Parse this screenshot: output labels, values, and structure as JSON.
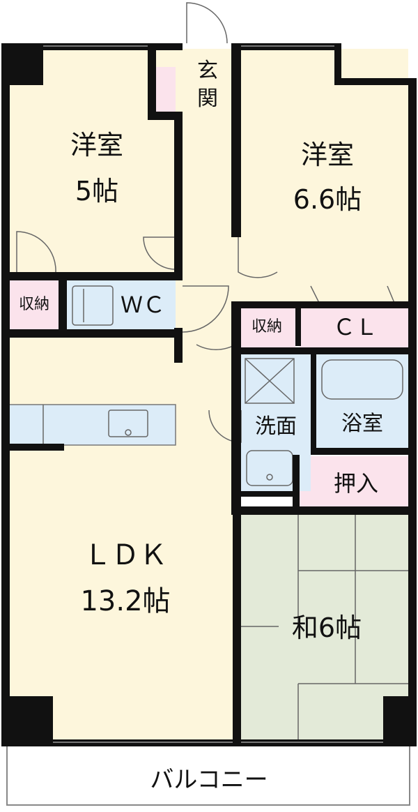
{
  "rooms": {
    "western_room_1": {
      "name": "洋室",
      "size": "5帖"
    },
    "western_room_2": {
      "name": "洋室",
      "size": "6.6帖"
    },
    "entrance": {
      "chars": [
        "玄",
        "関"
      ]
    },
    "storage_1": {
      "label": "収納"
    },
    "storage_2": {
      "label": "収納"
    },
    "toilet": {
      "label": "ＷＣ"
    },
    "closet": {
      "label": "ＣＬ"
    },
    "washroom": {
      "label": "洗面"
    },
    "bathroom": {
      "label": "浴室"
    },
    "oshiire": {
      "label": "押入"
    },
    "ldk": {
      "name": "ＬＤＫ",
      "size": "13.2帖"
    },
    "japanese_room": {
      "label": "和6帖"
    },
    "balcony": {
      "label": "バルコニー"
    }
  },
  "colors": {
    "room_floor": "#fdf6dc",
    "wet_area": "#dcecf8",
    "storage": "#fbe3ec",
    "tatami": "#e3ead8",
    "wall": "#111111"
  }
}
